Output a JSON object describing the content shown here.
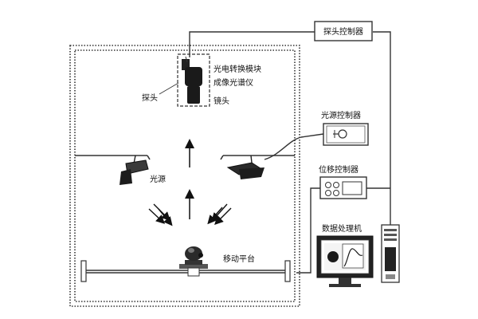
{
  "labels": {
    "probe_controller": "探头控制器",
    "photoelectric_module": "光电转换模块",
    "imaging_spectrometer": "成像光谱仪",
    "probe": "探头",
    "lens": "镜头",
    "light_source_controller": "光源控制器",
    "light_source": "光源",
    "displacement_controller": "位移控制器",
    "data_processing_unit": "数据处理机",
    "moving_platform": "移动平台"
  }
}
